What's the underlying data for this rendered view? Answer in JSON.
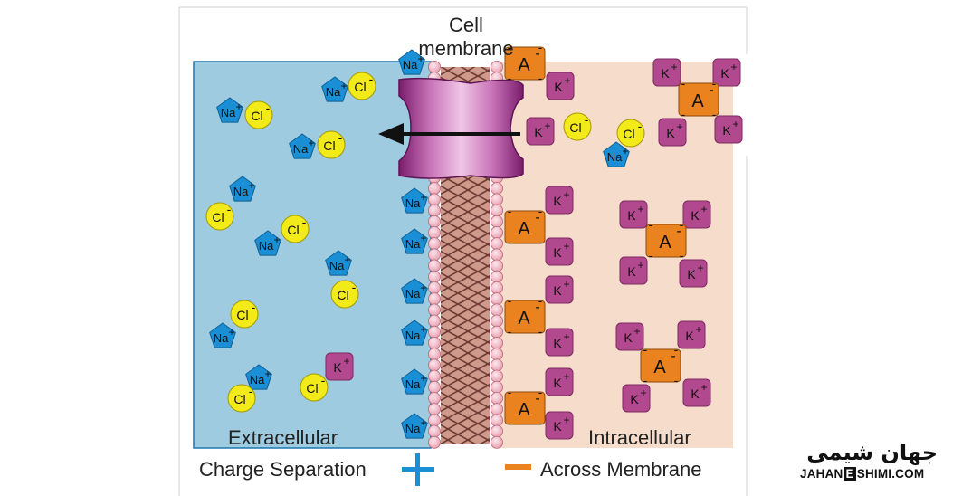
{
  "labels": {
    "cell": "Cell",
    "membrane": "membrane",
    "extracellular": "Extracellular",
    "intracellular": "Intracellular",
    "charge_separation": "Charge Separation",
    "across_membrane": "Across Membrane"
  },
  "ions": {
    "na": "Na",
    "cl": "Cl",
    "k": "K",
    "anion": "A",
    "plus": "+",
    "minus": "-"
  },
  "logo": {
    "fa": "جهان شیمی",
    "en_before": "JAHAN",
    "en_box": "E",
    "en_after": "SHIMI.COM"
  },
  "colors": {
    "extracellular_bg": "#9ecbe0",
    "intracellular_bg": "#f6dccb",
    "na": "#1b8fd6",
    "cl": "#f3ea1a",
    "k": "#b2498e",
    "anion": "#e9821f",
    "channel": "#9a2a86",
    "plus_sign": "#1b8fd6",
    "minus_sign": "#e9821f"
  }
}
